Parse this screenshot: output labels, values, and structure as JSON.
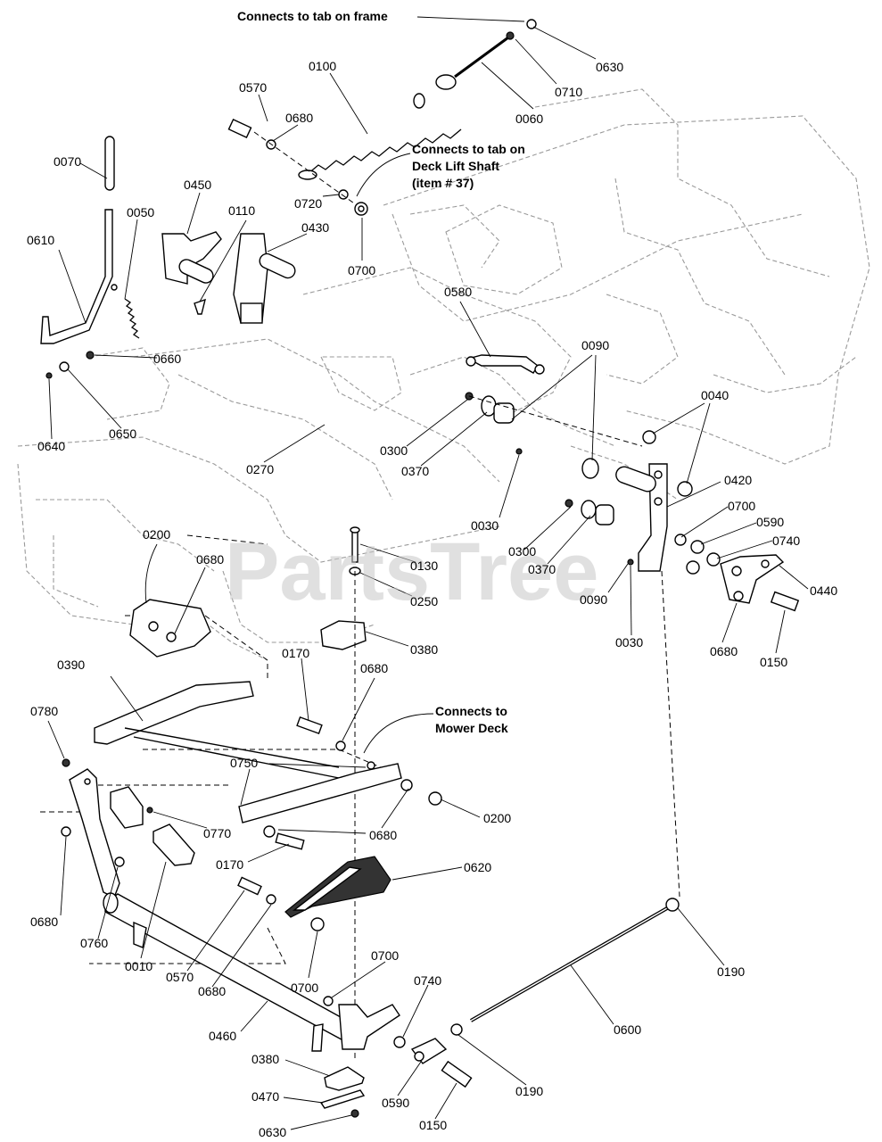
{
  "watermark": "PartsTree",
  "notes": {
    "frame_tab": "Connects to tab on frame",
    "deck_lift_1": "Connects to tab on",
    "deck_lift_2": "Deck Lift Shaft",
    "deck_lift_3": "(item # 37)",
    "mower_deck_1": "Connects to",
    "mower_deck_2": "Mower Deck"
  },
  "labels": [
    "0630",
    "0710",
    "0060",
    "0100",
    "0570",
    "0680",
    "0070",
    "0050",
    "0610",
    "0450",
    "0110",
    "0430",
    "0720",
    "0700",
    "0660",
    "0650",
    "0640",
    "0270",
    "0580",
    "0090",
    "0300",
    "0370",
    "0030",
    "0040",
    "0420",
    "0700",
    "0590",
    "0740",
    "0440",
    "0680",
    "0150",
    "0300",
    "0370",
    "0090",
    "0030",
    "0130",
    "0250",
    "0380",
    "0200",
    "0680",
    "0170",
    "0680",
    "0390",
    "0780",
    "0750",
    "0200",
    "0680",
    "0770",
    "0170",
    "0620",
    "0680",
    "0760",
    "0010",
    "0570",
    "0680",
    "0700",
    "0700",
    "0740",
    "0460",
    "0380",
    "0470",
    "0630",
    "0590",
    "0150",
    "0190",
    "0600",
    "0190"
  ]
}
